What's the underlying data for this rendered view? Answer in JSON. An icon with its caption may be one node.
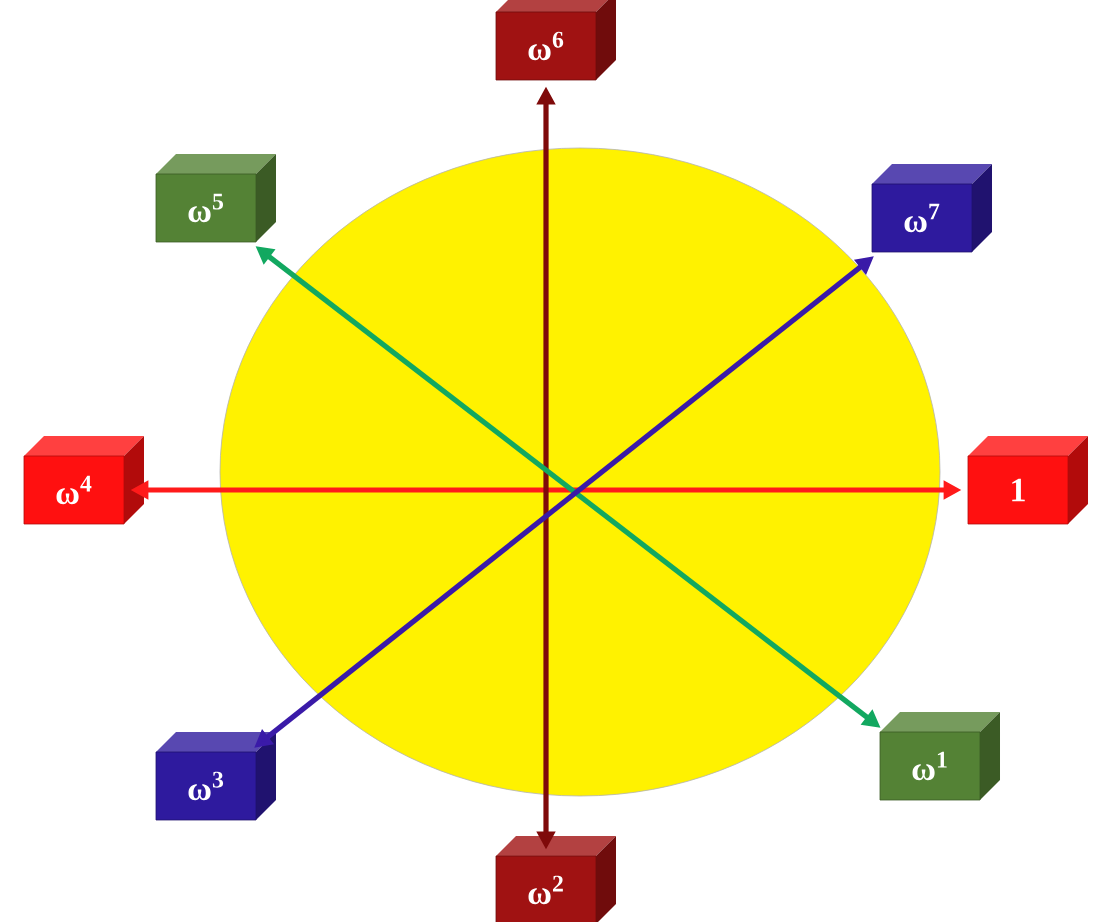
{
  "diagram": {
    "nodes": [
      {
        "text": [
          "ω$^{6}$"
        ]
      },
      {
        "text": [
          "ω$^{5}$"
        ]
      },
      {
        "text": [
          "ω$^{7}$"
        ]
      },
      {
        "text": [
          "ω$^{4}$"
        ]
      },
      {
        "text": [
          "1"
        ]
      },
      {
        "text": [
          "ω$^{3}$"
        ]
      },
      {
        "text": [
          "ω$^{1}$"
        ]
      },
      {
        "text": [
          "ω$^{2}$"
        ]
      }
    ],
    "edges": [
      {
        "from": 3,
        "to": 4,
        "arrow": "both",
        "color": "#ff1a1a"
      },
      {
        "from": 0,
        "to": 7,
        "arrow": "both",
        "color": "#7f0a0a"
      },
      {
        "from": 1,
        "to": 6,
        "arrow": "both",
        "color": "#12a860"
      },
      {
        "from": 5,
        "to": 2,
        "arrow": "both",
        "color": "#3a1aa8"
      }
    ]
  }
}
